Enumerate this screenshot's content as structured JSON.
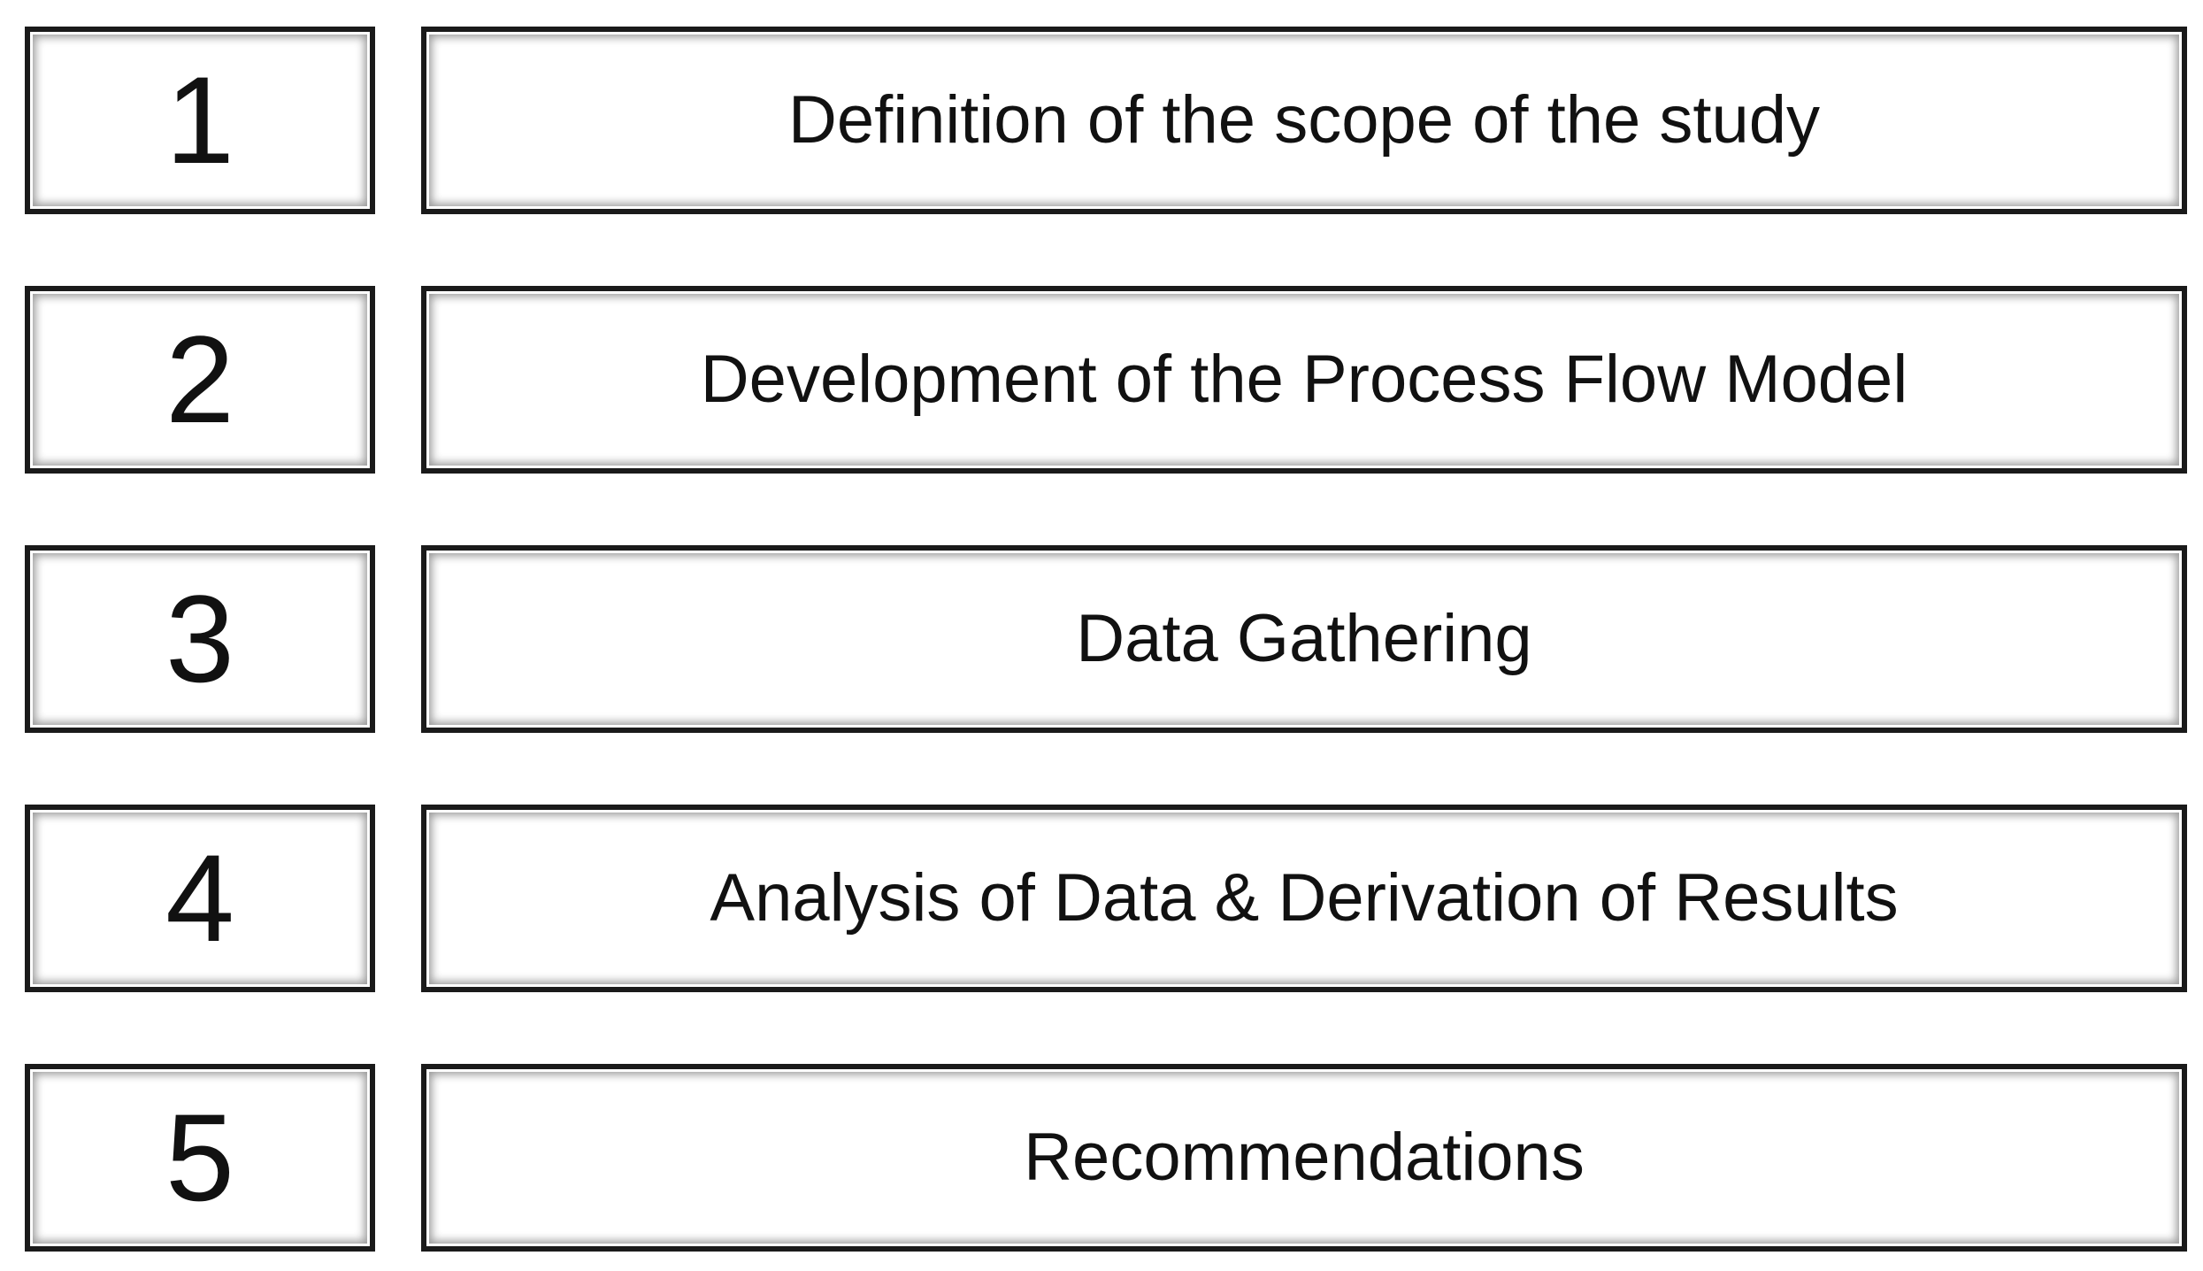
{
  "steps": [
    {
      "number": "1",
      "label": "Definition of the scope of the study"
    },
    {
      "number": "2",
      "label": "Development of the Process Flow Model"
    },
    {
      "number": "3",
      "label": "Data Gathering"
    },
    {
      "number": "4",
      "label": "Analysis of Data & Derivation of Results"
    },
    {
      "number": "5",
      "label": "Recommendations"
    }
  ]
}
